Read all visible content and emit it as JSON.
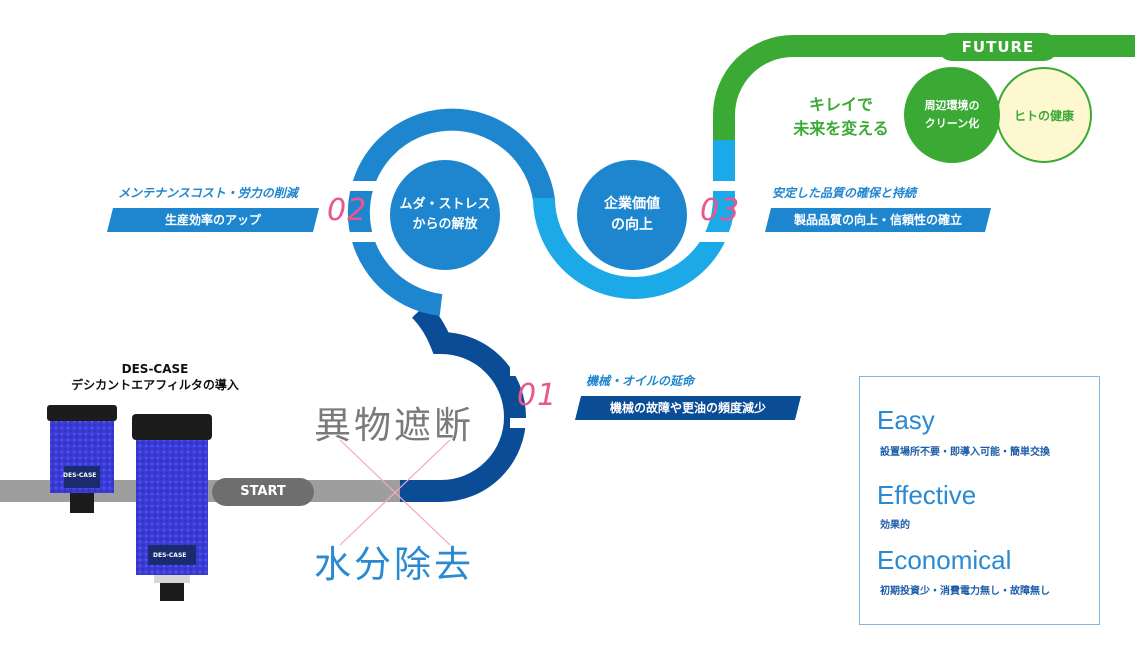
{
  "future_label": "FUTURE",
  "start_label": "START",
  "product": {
    "name": "DES-CASE",
    "description": "デシカントエアフィルタの導入",
    "brand_mark": "DES-CASE"
  },
  "steps": {
    "step01": {
      "number": "01",
      "tag": "機械・オイルの延命",
      "banner": "機械の故障や更油の頻度減少"
    },
    "step02": {
      "number": "02",
      "tag": "メンテナンスコスト・労力の削減",
      "banner": "生産効率のアップ",
      "bubble": "ムダ・ストレス\nからの解放"
    },
    "step03": {
      "number": "03",
      "tag": "安定した品質の確保と持続",
      "banner": "製品品質の向上・信頼性の確立",
      "bubble": "企業価値\nの向上"
    }
  },
  "future": {
    "headline": "キレイで\n未来を変える",
    "circle_left": "周辺環境の\nクリーン化",
    "circle_right": "ヒトの健康"
  },
  "cross": {
    "top_text": "異物遮断",
    "bottom_text": "水分除去"
  },
  "benefits": [
    {
      "title": "Easy",
      "subtitle": "設置場所不要・即導入可能・簡単交換"
    },
    {
      "title": "Effective",
      "subtitle": "効果的"
    },
    {
      "title": "Economical",
      "subtitle": "初期投資少・消費電力無し・故障無し"
    }
  ],
  "colors": {
    "pipe_gray": "#9e9e9e",
    "navy": "#0a4d96",
    "blue": "#1e86cf",
    "light_blue": "#1ba9e8",
    "green": "#3aaa35",
    "pink": "#e8578e",
    "cream": "#fdf8d0"
  }
}
